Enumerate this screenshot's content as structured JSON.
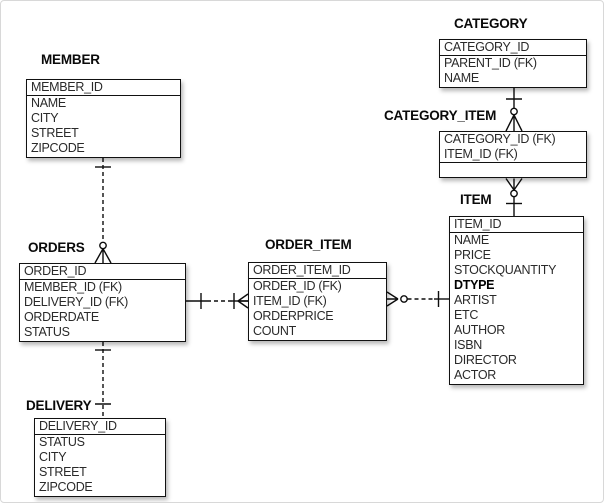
{
  "page": {
    "background": "#ffffff",
    "frame_border_color": "#d8d8d8",
    "line_color": "#0d0d0d",
    "entity_border_color": "#111111",
    "text_color": "#2a2a2a"
  },
  "entities": {
    "member": {
      "title": "MEMBER",
      "pk": [
        "MEMBER_ID"
      ],
      "fields": [
        "NAME",
        "CITY",
        "STREET",
        "ZIPCODE"
      ]
    },
    "orders": {
      "title": "ORDERS",
      "pk": [
        "ORDER_ID"
      ],
      "fields": [
        "MEMBER_ID (FK)",
        "DELIVERY_ID (FK)",
        "ORDERDATE",
        "STATUS"
      ]
    },
    "delivery": {
      "title": "DELIVERY",
      "pk": [
        "DELIVERY_ID"
      ],
      "fields": [
        "STATUS",
        "CITY",
        "STREET",
        "ZIPCODE"
      ]
    },
    "order_item": {
      "title": "ORDER_ITEM",
      "pk": [
        "ORDER_ITEM_ID"
      ],
      "fields": [
        "ORDER_ID (FK)",
        "ITEM_ID (FK)",
        "ORDERPRICE",
        "COUNT"
      ]
    },
    "item": {
      "title": "ITEM",
      "pk": [
        "ITEM_ID"
      ],
      "fields": [
        "NAME",
        "PRICE",
        "STOCKQUANTITY",
        "DTYPE",
        "ARTIST",
        "ETC",
        "AUTHOR",
        "ISBN",
        "DIRECTOR",
        "ACTOR"
      ],
      "emphasized_field": "DTYPE"
    },
    "category": {
      "title": "CATEGORY",
      "pk": [
        "CATEGORY_ID"
      ],
      "fields": [
        "PARENT_ID (FK)",
        "NAME"
      ]
    },
    "category_item": {
      "title": "CATEGORY_ITEM",
      "pk": [
        "CATEGORY_ID (FK)",
        "ITEM_ID (FK)"
      ],
      "fields": []
    }
  },
  "relationships": [
    {
      "from": "MEMBER",
      "to": "ORDERS",
      "from_end": "one",
      "to_end": "zero-or-many",
      "line": "dashed"
    },
    {
      "from": "ORDERS",
      "to": "DELIVERY",
      "from_end": "one",
      "to_end": "one",
      "line": "dashed"
    },
    {
      "from": "ORDERS",
      "to": "ORDER_ITEM",
      "from_end": "one",
      "to_end": "one-or-many",
      "line": "dashed"
    },
    {
      "from": "ITEM",
      "to": "ORDER_ITEM",
      "from_end": "one",
      "to_end": "zero-or-many",
      "line": "dashed"
    },
    {
      "from": "CATEGORY",
      "to": "CATEGORY_ITEM",
      "from_end": "one",
      "to_end": "zero-or-many",
      "line": "solid"
    },
    {
      "from": "ITEM",
      "to": "CATEGORY_ITEM",
      "from_end": "one",
      "to_end": "zero-or-many",
      "line": "solid"
    }
  ]
}
